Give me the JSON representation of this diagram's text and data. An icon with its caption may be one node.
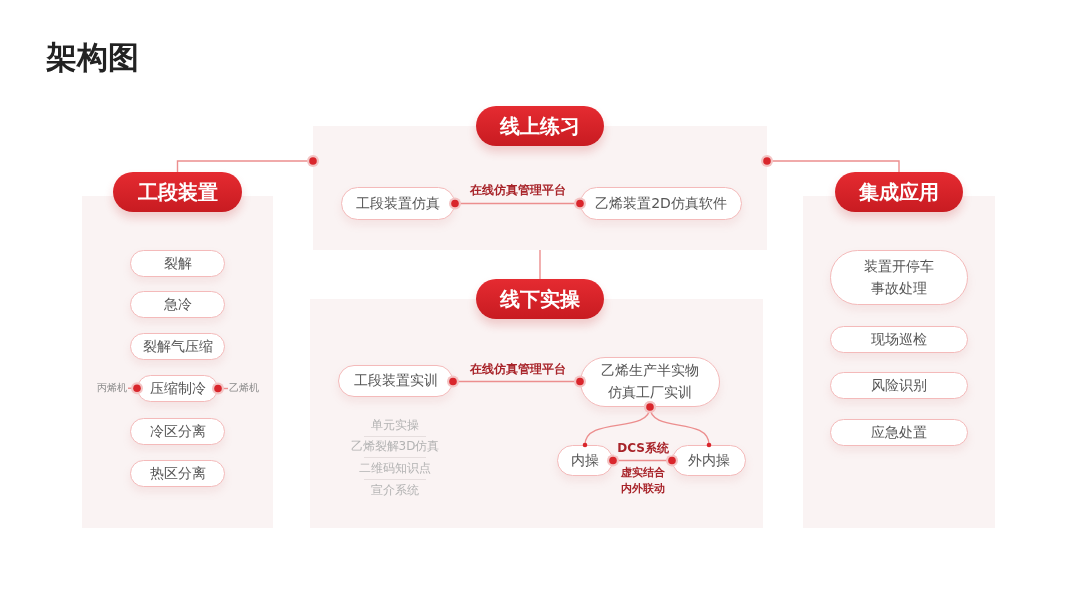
{
  "diagram": {
    "title": "架构图",
    "nodes": [
      {
        "text": [
          "线上练习"
        ]
      },
      {
        "text": [
          "工段装置仿真"
        ],
        "in": 0
      },
      {
        "text": [
          "乙烯装置2D仿真软件"
        ],
        "in": 0
      },
      {
        "text": [
          "工段装置"
        ]
      },
      {
        "text": [
          "裂解"
        ],
        "in": 3
      },
      {
        "text": [
          "急冷"
        ],
        "in": 3
      },
      {
        "text": [
          "裂解气压缩"
        ],
        "in": 3
      },
      {
        "text": [
          "丙烯机"
        ],
        "in": 3
      },
      {
        "text": [
          "压缩制冷"
        ],
        "in": 3
      },
      {
        "text": [
          "乙烯机"
        ],
        "in": 3
      },
      {
        "text": [
          "冷区分离"
        ],
        "in": 3
      },
      {
        "text": [
          "热区分离"
        ],
        "in": 3
      },
      {
        "text": [
          "集成应用"
        ]
      },
      {
        "text": [
          "装置开停车事故处理"
        ],
        "in": 12
      },
      {
        "text": [
          "现场巡检"
        ],
        "in": 12
      },
      {
        "text": [
          "风险识别"
        ],
        "in": 12
      },
      {
        "text": [
          "应急处置"
        ],
        "in": 12
      },
      {
        "text": [
          "线下实操"
        ]
      },
      {
        "text": [
          "工段装置实训"
        ],
        "in": 17
      },
      {
        "text": [
          "乙烯生产半实物仿真工厂实训"
        ],
        "in": 17
      },
      {
        "text": [
          "内操"
        ],
        "in": 17
      },
      {
        "text": [
          "外内操"
        ],
        "in": 17
      }
    ],
    "edges": [
      {
        "from": 0,
        "to": 3,
        "arrow": "other"
      },
      {
        "from": 0,
        "to": 12,
        "arrow": "other"
      },
      {
        "from": 0,
        "to": 17,
        "arrow": "none"
      },
      {
        "from": 1,
        "to": 2,
        "arrow": "other",
        "label": "在线仿真管理平台"
      },
      {
        "from": 7,
        "to": 8,
        "arrow": "other"
      },
      {
        "from": 9,
        "to": 8,
        "arrow": "other"
      },
      {
        "from": 18,
        "to": 19,
        "arrow": "other",
        "label": "在线仿真管理平台"
      },
      {
        "from": 19,
        "to": 20,
        "arrow": "other"
      },
      {
        "from": 19,
        "to": 21,
        "arrow": "other"
      },
      {
        "from": 20,
        "to": 21,
        "arrow": "other",
        "label": "DCS系统"
      }
    ],
    "labels": [
      "单元实操",
      "乙烯裂解3D仿真",
      "二维码知识点",
      "宣介系统",
      "虚实结合内外联动"
    ]
  }
}
